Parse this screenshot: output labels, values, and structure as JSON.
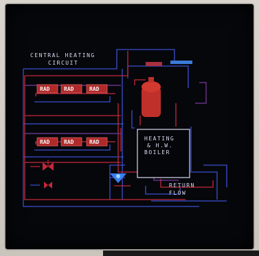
{
  "diagram": {
    "title_line1": "CENTRAL HEATING",
    "title_line2": "CIRCUIT",
    "radiator_label": "RAD",
    "boiler_line1": "HEATING",
    "boiler_line2": "& H.W.",
    "boiler_line3": "BOILER",
    "return_line1": "RETURN",
    "return_line2": "FLOW"
  },
  "colors": {
    "background": "#06070b",
    "pipe_red": "#c4283a",
    "pipe_blue": "#3a4fd0",
    "pipe_purple": "#7a3aa0",
    "cylinder": "#c0302a",
    "radiator": "#b02a2a",
    "cistern_blue": "#3b7ad8",
    "pump": "#3a7ff0"
  }
}
